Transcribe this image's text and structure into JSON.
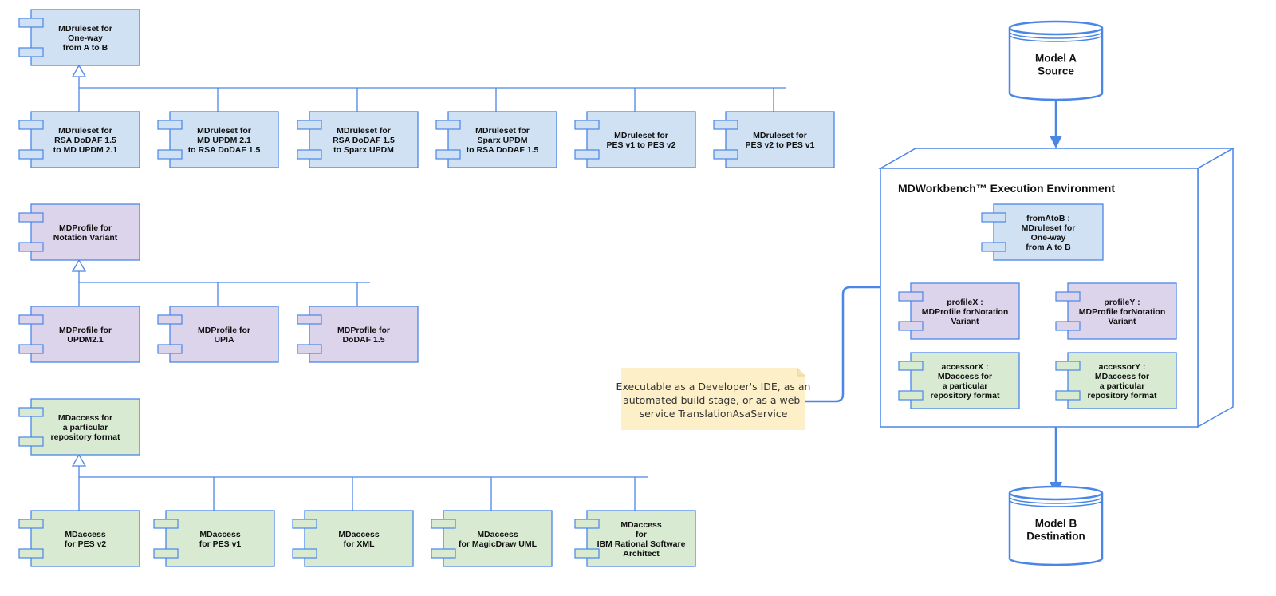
{
  "colors": {
    "blue_fill": "#cfe1f3",
    "purple_fill": "#dcd4ea",
    "green_fill": "#d8ead2",
    "stroke": "#4a86e8",
    "note_fill": "#fdf0c8",
    "line": "#4a86e8"
  },
  "rulesets": {
    "parent": [
      "MDruleset for",
      "One-way",
      "from A to B"
    ],
    "children": [
      [
        "MDruleset for",
        "RSA DoDAF 1.5",
        "to MD UPDM 2.1"
      ],
      [
        "MDruleset for",
        "MD UPDM 2.1",
        "to RSA DoDAF 1.5"
      ],
      [
        "MDruleset for",
        "RSA DoDAF 1.5",
        "to Sparx UPDM"
      ],
      [
        "MDruleset for",
        "Sparx UPDM",
        "to RSA DoDAF 1.5"
      ],
      [
        "MDruleset for",
        "PES v1 to PES v2"
      ],
      [
        "MDruleset for",
        "PES v2 to PES v1"
      ]
    ]
  },
  "profiles": {
    "parent": [
      "MDProfile for",
      "Notation Variant"
    ],
    "children": [
      [
        "MDProfile for",
        "UPDM2.1"
      ],
      [
        "MDProfile for",
        "UPIA"
      ],
      [
        "MDProfile for",
        "DoDAF 1.5"
      ]
    ]
  },
  "accessors": {
    "parent": [
      "MDaccess for",
      "a particular",
      "repository format"
    ],
    "children": [
      [
        "MDaccess",
        "for PES v2"
      ],
      [
        "MDaccess",
        "for PES v1"
      ],
      [
        "MDaccess",
        "for XML"
      ],
      [
        "MDaccess",
        "for MagicDraw UML"
      ],
      [
        "MDaccess",
        "for",
        "IBM Rational Software",
        "Architect"
      ]
    ]
  },
  "source_db": [
    "Model A",
    "Source"
  ],
  "dest_db": [
    "Model B",
    "Destination"
  ],
  "environment": {
    "title": "MDWorkbench™ Execution Environment",
    "components": {
      "fromAtoB": [
        "fromAtoB :",
        "MDruleset for",
        "One-way",
        "from A to B"
      ],
      "profileX": [
        "profileX :",
        "MDProfile forNotation",
        "Variant"
      ],
      "profileY": [
        "profileY :",
        "MDProfile forNotation",
        "Variant"
      ],
      "accessorX": [
        "accessorX :",
        "MDaccess for",
        "a particular",
        "repository format"
      ],
      "accessorY": [
        "accessorY :",
        "MDaccess for",
        "a particular",
        "repository format"
      ]
    }
  },
  "note": [
    "Executable as a Developer's IDE, as an",
    "automated build stage, or as a web-",
    "service TranslationAsaService"
  ]
}
